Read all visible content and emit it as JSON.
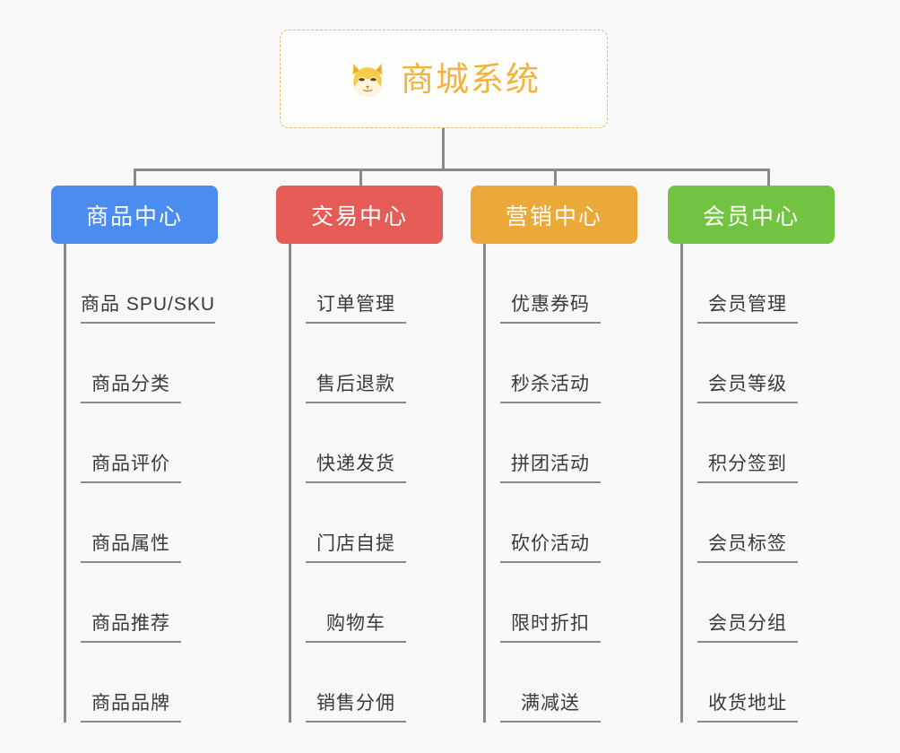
{
  "root": {
    "title": "商城系统",
    "icon": "shiba-dog-face-emoji",
    "border_color": "#e8b96a",
    "text_color": "#f2b33d",
    "background": "#fdfdfb"
  },
  "canvas": {
    "background": "#f8f8f8",
    "connector_color": "#8a8a8a"
  },
  "branches": [
    {
      "label": "商品中心",
      "color": "#4a8cf0",
      "items": [
        "商品 SPU/SKU",
        "商品分类",
        "商品评价",
        "商品属性",
        "商品推荐",
        "商品品牌"
      ]
    },
    {
      "label": "交易中心",
      "color": "#e55b55",
      "items": [
        "订单管理",
        "售后退款",
        "快递发货",
        "门店自提",
        "购物车",
        "销售分佣"
      ]
    },
    {
      "label": "营销中心",
      "color": "#eaa938",
      "items": [
        "优惠券码",
        "秒杀活动",
        "拼团活动",
        "砍价活动",
        "限时折扣",
        "满减送"
      ]
    },
    {
      "label": "会员中心",
      "color": "#73c343",
      "items": [
        "会员管理",
        "会员等级",
        "积分签到",
        "会员标签",
        "会员分组",
        "收货地址"
      ]
    }
  ]
}
